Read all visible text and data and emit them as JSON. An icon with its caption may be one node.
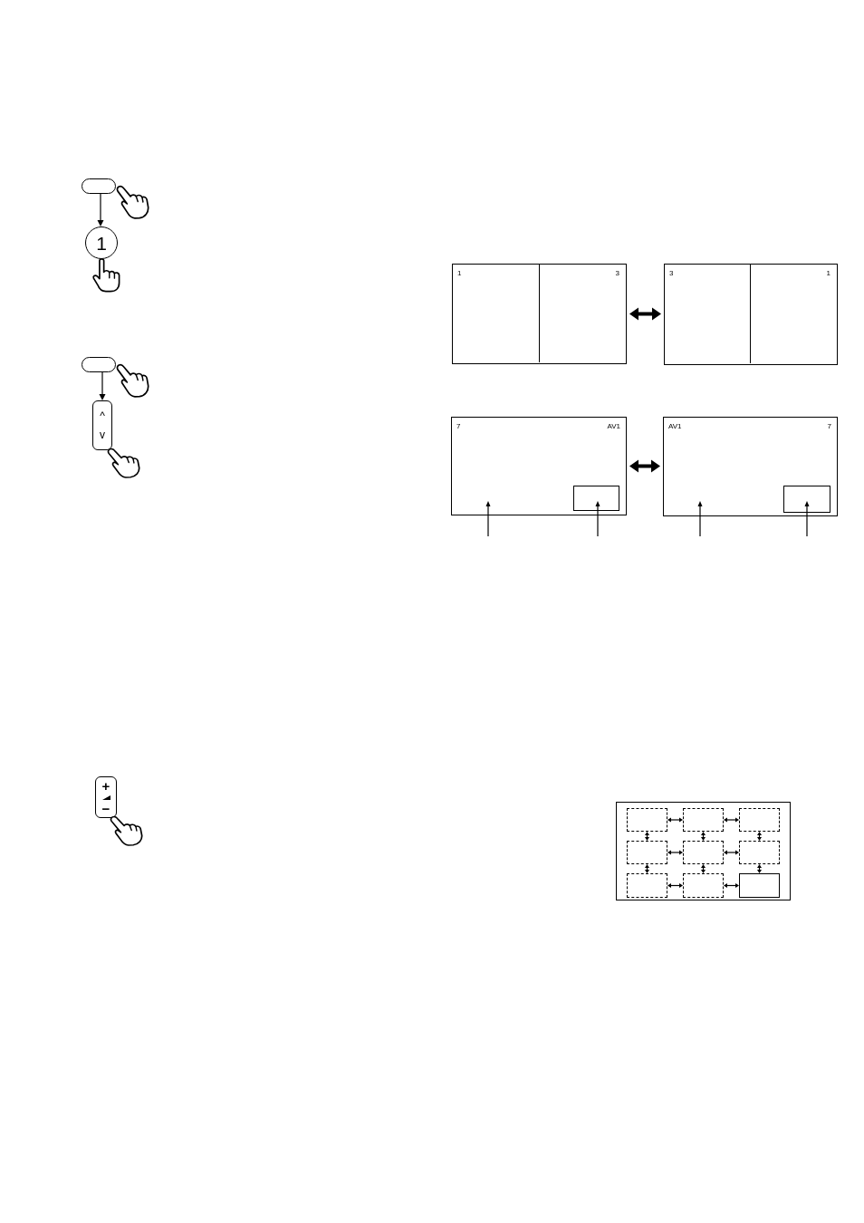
{
  "diagram": {
    "nodes": [
      {
        "text": [],
        "shape": "box"
      },
      {
        "text": [
          "1"
        ]
      },
      {
        "text": [],
        "shape": "box"
      },
      {
        "text": [
          "1"
        ],
        "in": 2
      },
      {
        "text": [
          "3"
        ],
        "in": 2
      },
      {
        "text": [],
        "shape": "box"
      },
      {
        "text": [
          "3"
        ],
        "in": 5
      },
      {
        "text": [
          "1"
        ],
        "in": 5
      },
      {
        "text": [],
        "shape": "box"
      },
      {
        "text": [
          "^",
          "v"
        ]
      },
      {
        "text": [
          "7",
          "AV1"
        ]
      },
      {
        "text": [],
        "shape": "box",
        "in": 10
      },
      {
        "text": [
          "AV1",
          "7"
        ]
      },
      {
        "text": [],
        "shape": "box",
        "in": 12
      },
      {
        "text": [
          "+",
          "−"
        ]
      },
      {
        "text": [],
        "shape": "box"
      },
      {
        "text": [],
        "shape": "box",
        "in": 15
      },
      {
        "text": [],
        "shape": "box",
        "in": 15
      },
      {
        "text": [],
        "shape": "box",
        "in": 15
      },
      {
        "text": [],
        "shape": "box",
        "in": 15
      },
      {
        "text": [],
        "shape": "box",
        "in": 15
      },
      {
        "text": [],
        "shape": "box",
        "in": 15
      },
      {
        "text": [],
        "shape": "box",
        "in": 15
      },
      {
        "text": [],
        "shape": "box",
        "in": 15
      },
      {
        "text": [],
        "shape": "box",
        "in": 15
      }
    ],
    "edges": [
      {
        "from": 0,
        "to": 1,
        "arrow": "to"
      },
      {
        "from": 2,
        "to": 5,
        "arrow": "both",
        "style": "thick"
      },
      {
        "from": 8,
        "to": 9,
        "arrow": "to"
      },
      {
        "from": 10,
        "to": 12,
        "arrow": "both",
        "style": "thick"
      },
      {
        "from": null,
        "to": 10,
        "arrow": "to"
      },
      {
        "from": null,
        "to": 11,
        "arrow": "to"
      },
      {
        "from": null,
        "to": 12,
        "arrow": "to"
      },
      {
        "from": null,
        "to": 13,
        "arrow": "to"
      },
      {
        "from": 16,
        "to": 17,
        "arrow": "both"
      },
      {
        "from": 17,
        "to": 18,
        "arrow": "both"
      },
      {
        "from": 16,
        "to": 19,
        "arrow": "both"
      },
      {
        "from": 17,
        "to": 20,
        "arrow": "both"
      },
      {
        "from": 18,
        "to": 21,
        "arrow": "both"
      },
      {
        "from": 19,
        "to": 20,
        "arrow": "both"
      },
      {
        "from": 20,
        "to": 21,
        "arrow": "both"
      },
      {
        "from": 19,
        "to": 22,
        "arrow": "both"
      },
      {
        "from": 20,
        "to": 23,
        "arrow": "both"
      },
      {
        "from": 21,
        "to": 24,
        "arrow": "both"
      },
      {
        "from": 22,
        "to": 23,
        "arrow": "both"
      },
      {
        "from": 23,
        "to": 24,
        "arrow": "both"
      }
    ]
  }
}
